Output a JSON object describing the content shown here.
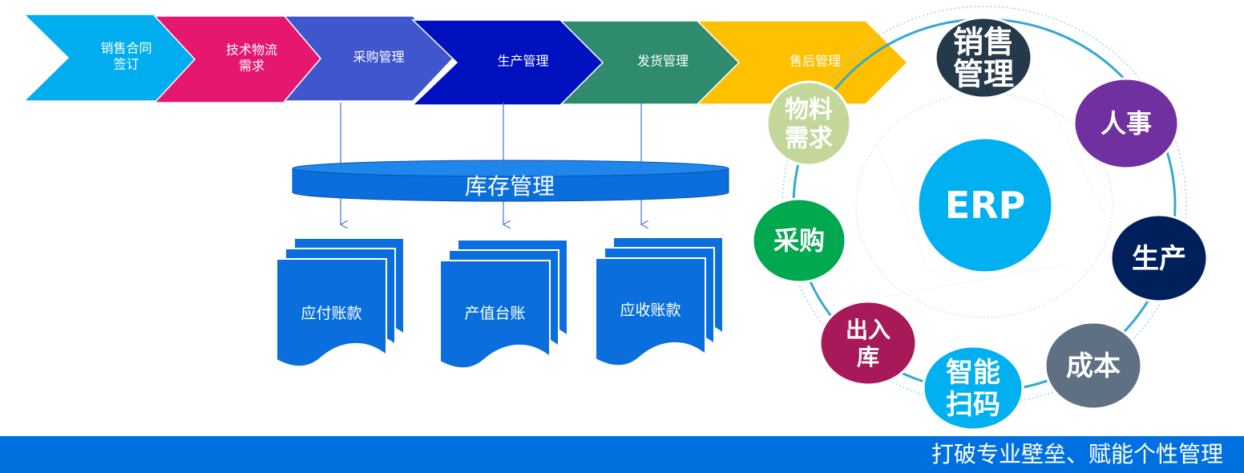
{
  "process_steps": [
    {
      "lines": [
        "销售合同",
        "签订"
      ],
      "color": "#00aeef"
    },
    {
      "lines": [
        "技术物流",
        "需求"
      ],
      "color": "#e6176e"
    },
    {
      "lines": [
        "采购管理"
      ],
      "color": "#3f56cc"
    },
    {
      "lines": [
        "生产管理"
      ],
      "color": "#0012c0"
    },
    {
      "lines": [
        "发货管理"
      ],
      "color": "#2e8b6e"
    },
    {
      "lines": [
        "售后管理"
      ],
      "color": "#ffc000"
    }
  ],
  "inventory": {
    "label": "库存管理",
    "color": "#0a6fdc"
  },
  "documents": [
    {
      "label": "应付账款"
    },
    {
      "label": "产值台账"
    },
    {
      "label": "应收账款"
    }
  ],
  "erp": {
    "center": {
      "label": "ERP",
      "color": "#00b0f0"
    },
    "nodes": [
      {
        "lines": [
          "销售",
          "管理"
        ],
        "color": "#24394a"
      },
      {
        "lines": [
          "人事"
        ],
        "color": "#7030a0"
      },
      {
        "lines": [
          "生产"
        ],
        "color": "#00205c"
      },
      {
        "lines": [
          "成本"
        ],
        "color": "#5f7082"
      },
      {
        "lines": [
          "智能",
          "扫码"
        ],
        "color": "#00b0f0"
      },
      {
        "lines": [
          "出入",
          "库"
        ],
        "color": "#a8195a"
      },
      {
        "lines": [
          "采购"
        ],
        "color": "#00a84f"
      },
      {
        "lines": [
          "物料",
          "需求"
        ],
        "color": "#c4d79b"
      }
    ]
  },
  "footer": {
    "text": "打破专业壁垒、赋能个性管理",
    "color": "#0070e0"
  }
}
